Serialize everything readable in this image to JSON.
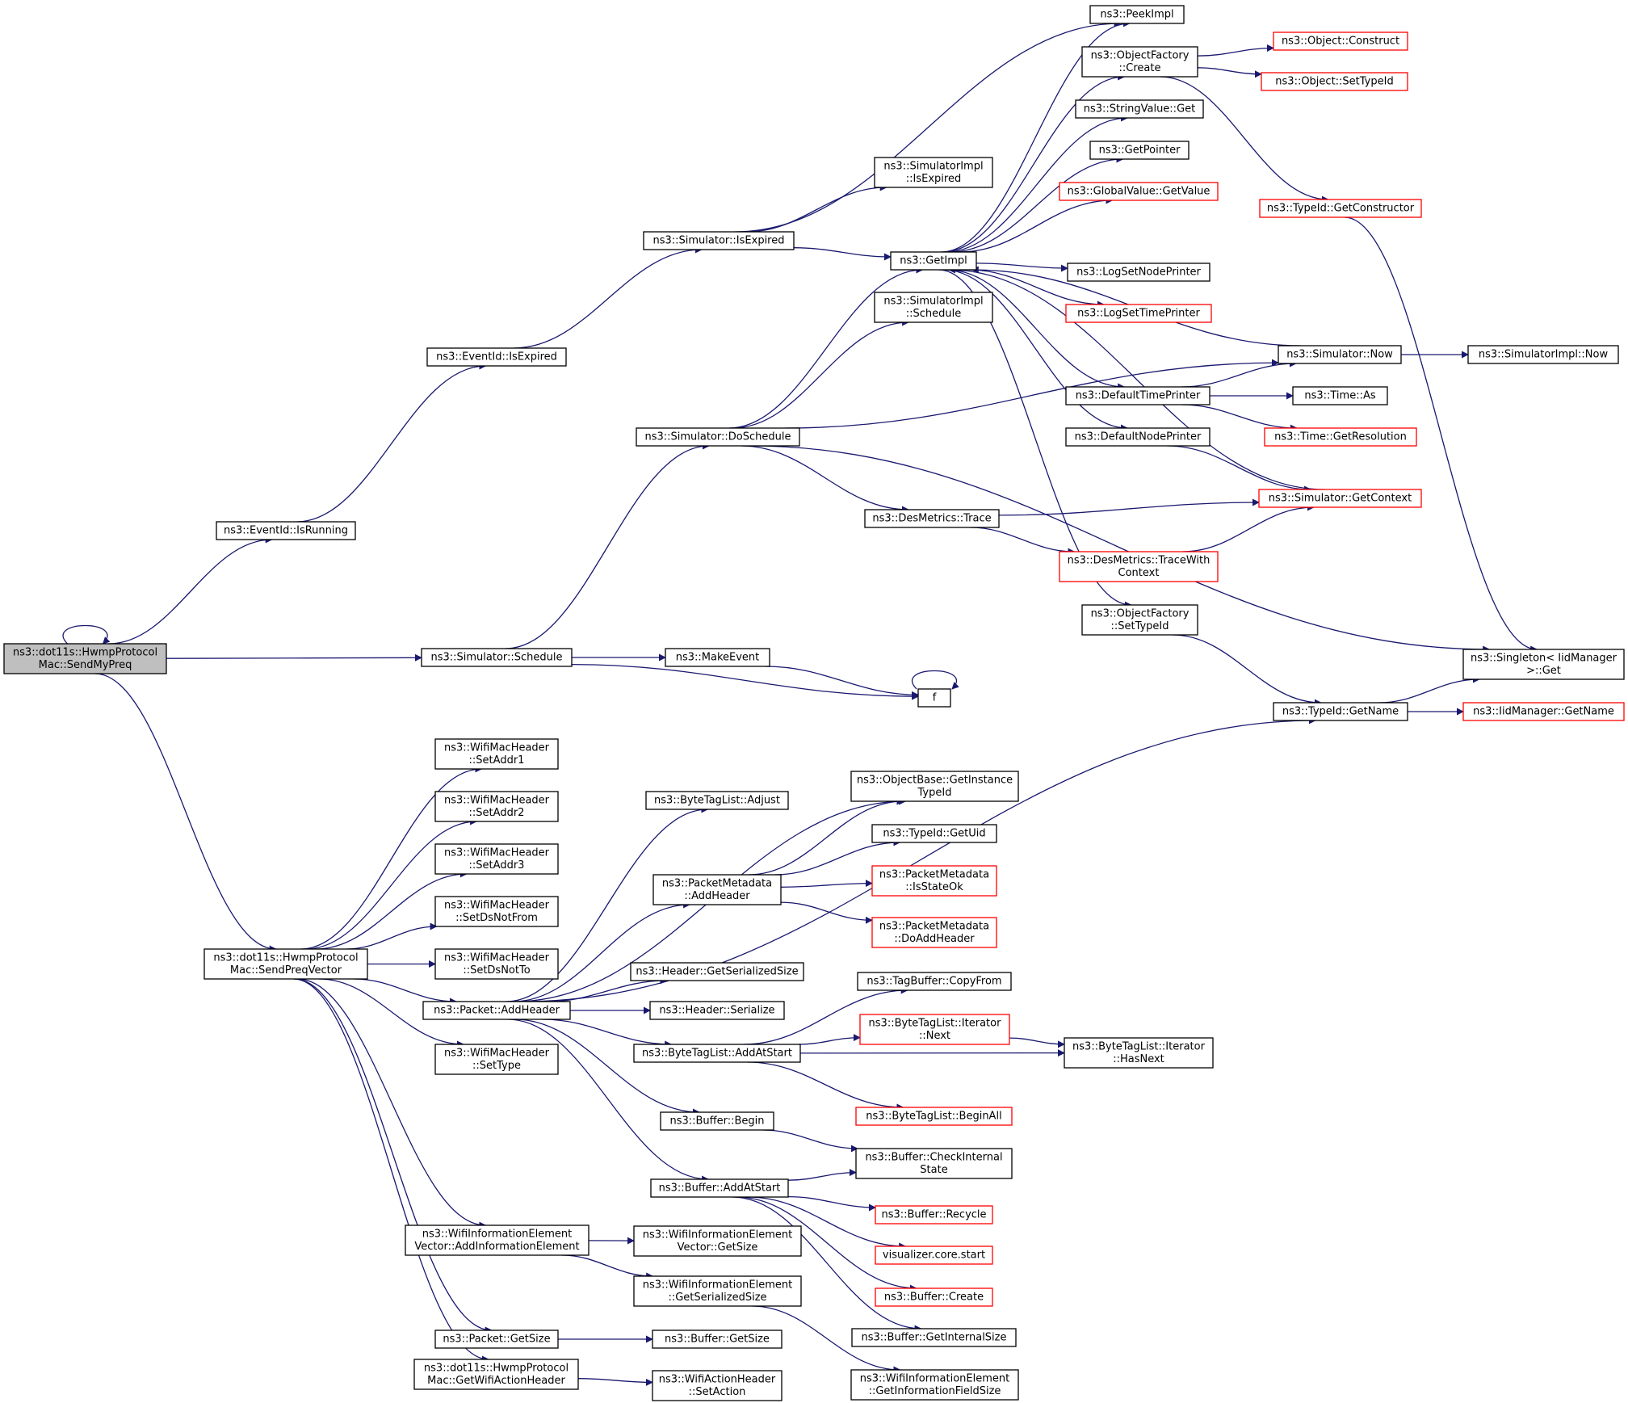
{
  "colors": {
    "edge": "#191970",
    "border": "#000000",
    "red_border": "#ff0000",
    "root_fill": "#bfbfbf",
    "fill": "#ffffff"
  },
  "nodes": [
    {
      "id": "root",
      "lines": [
        "ns3::dot11s::HwmpProtocol",
        "Mac::SendMyPreq"
      ],
      "style": "root"
    },
    {
      "id": "isRunning",
      "lines": [
        "ns3::EventId::IsRunning"
      ]
    },
    {
      "id": "evIsExpired",
      "lines": [
        "ns3::EventId::IsExpired"
      ]
    },
    {
      "id": "simIsExpired",
      "lines": [
        "ns3::Simulator::IsExpired"
      ]
    },
    {
      "id": "implIsExpired",
      "lines": [
        "ns3::SimulatorImpl",
        "::IsExpired"
      ]
    },
    {
      "id": "peekImpl",
      "lines": [
        "ns3::PeekImpl"
      ]
    },
    {
      "id": "getImpl",
      "lines": [
        "ns3::GetImpl"
      ]
    },
    {
      "id": "ofCreate",
      "lines": [
        "ns3::ObjectFactory",
        "::Create"
      ]
    },
    {
      "id": "objConstruct",
      "lines": [
        "ns3::Object::Construct"
      ],
      "style": "red"
    },
    {
      "id": "objSetTypeId",
      "lines": [
        "ns3::Object::SetTypeId"
      ],
      "style": "red"
    },
    {
      "id": "stringGet",
      "lines": [
        "ns3::StringValue::Get"
      ]
    },
    {
      "id": "getPointer",
      "lines": [
        "ns3::GetPointer"
      ]
    },
    {
      "id": "gvGetValue",
      "lines": [
        "ns3::GlobalValue::GetValue"
      ],
      "style": "red"
    },
    {
      "id": "getConstructor",
      "lines": [
        "ns3::TypeId::GetConstructor"
      ],
      "style": "red"
    },
    {
      "id": "logNode",
      "lines": [
        "ns3::LogSetNodePrinter"
      ]
    },
    {
      "id": "logTime",
      "lines": [
        "ns3::LogSetTimePrinter"
      ],
      "style": "red"
    },
    {
      "id": "implSchedule",
      "lines": [
        "ns3::SimulatorImpl",
        "::Schedule"
      ]
    },
    {
      "id": "simNow",
      "lines": [
        "ns3::Simulator::Now"
      ]
    },
    {
      "id": "implNow",
      "lines": [
        "ns3::SimulatorImpl::Now"
      ]
    },
    {
      "id": "defTime",
      "lines": [
        "ns3::DefaultTimePrinter"
      ]
    },
    {
      "id": "timeAs",
      "lines": [
        "ns3::Time::As"
      ]
    },
    {
      "id": "timeRes",
      "lines": [
        "ns3::Time::GetResolution"
      ],
      "style": "red"
    },
    {
      "id": "defNode",
      "lines": [
        "ns3::DefaultNodePrinter"
      ]
    },
    {
      "id": "doSchedule",
      "lines": [
        "ns3::Simulator::DoSchedule"
      ]
    },
    {
      "id": "getContext",
      "lines": [
        "ns3::Simulator::GetContext"
      ],
      "style": "red"
    },
    {
      "id": "desTrace",
      "lines": [
        "ns3::DesMetrics::Trace"
      ]
    },
    {
      "id": "desTraceCtx",
      "lines": [
        "ns3::DesMetrics::TraceWith",
        "Context"
      ],
      "style": "red"
    },
    {
      "id": "ofSetTypeId",
      "lines": [
        "ns3::ObjectFactory",
        "::SetTypeId"
      ]
    },
    {
      "id": "singletonGet",
      "lines": [
        "ns3::Singleton< IidManager",
        "  >::Get"
      ]
    },
    {
      "id": "simSchedule",
      "lines": [
        "ns3::Simulator::Schedule"
      ]
    },
    {
      "id": "makeEvent",
      "lines": [
        "ns3::MakeEvent"
      ]
    },
    {
      "id": "f",
      "lines": [
        "f"
      ]
    },
    {
      "id": "getName",
      "lines": [
        "ns3::TypeId::GetName"
      ]
    },
    {
      "id": "iidGetName",
      "lines": [
        "ns3::IidManager::GetName"
      ],
      "style": "red"
    },
    {
      "id": "setAddr1",
      "lines": [
        "ns3::WifiMacHeader",
        "::SetAddr1"
      ]
    },
    {
      "id": "setAddr2",
      "lines": [
        "ns3::WifiMacHeader",
        "::SetAddr2"
      ]
    },
    {
      "id": "setAddr3",
      "lines": [
        "ns3::WifiMacHeader",
        "::SetAddr3"
      ]
    },
    {
      "id": "setDsNotFrom",
      "lines": [
        "ns3::WifiMacHeader",
        "::SetDsNotFrom"
      ]
    },
    {
      "id": "setDsNotTo",
      "lines": [
        "ns3::WifiMacHeader",
        "::SetDsNotTo"
      ]
    },
    {
      "id": "setType",
      "lines": [
        "ns3::WifiMacHeader",
        "::SetType"
      ]
    },
    {
      "id": "sendPreqVector",
      "lines": [
        "ns3::dot11s::HwmpProtocol",
        "Mac::SendPreqVector"
      ]
    },
    {
      "id": "tagAdjust",
      "lines": [
        "ns3::ByteTagList::Adjust"
      ]
    },
    {
      "id": "getInstTypeId",
      "lines": [
        "ns3::ObjectBase::GetInstance",
        "TypeId"
      ]
    },
    {
      "id": "getUid",
      "lines": [
        "ns3::TypeId::GetUid"
      ]
    },
    {
      "id": "pmAddHeader",
      "lines": [
        "ns3::PacketMetadata",
        "::AddHeader"
      ]
    },
    {
      "id": "pmIsStateOk",
      "lines": [
        "ns3::PacketMetadata",
        "::IsStateOk"
      ],
      "style": "red"
    },
    {
      "id": "pmDoAddHeader",
      "lines": [
        "ns3::PacketMetadata",
        "::DoAddHeader"
      ],
      "style": "red"
    },
    {
      "id": "hdrSerSize",
      "lines": [
        "ns3::Header::GetSerializedSize"
      ]
    },
    {
      "id": "pktAddHeader",
      "lines": [
        "ns3::Packet::AddHeader"
      ]
    },
    {
      "id": "hdrSerialize",
      "lines": [
        "ns3::Header::Serialize"
      ]
    },
    {
      "id": "tbCopyFrom",
      "lines": [
        "ns3::TagBuffer::CopyFrom"
      ]
    },
    {
      "id": "itNext",
      "lines": [
        "ns3::ByteTagList::Iterator",
        "::Next"
      ],
      "style": "red"
    },
    {
      "id": "tagAddAtStart",
      "lines": [
        "ns3::ByteTagList::AddAtStart"
      ]
    },
    {
      "id": "itHasNext",
      "lines": [
        "ns3::ByteTagList::Iterator",
        "::HasNext"
      ]
    },
    {
      "id": "tagBeginAll",
      "lines": [
        "ns3::ByteTagList::BeginAll"
      ],
      "style": "red"
    },
    {
      "id": "bufBegin",
      "lines": [
        "ns3::Buffer::Begin"
      ]
    },
    {
      "id": "bufCheck",
      "lines": [
        "ns3::Buffer::CheckInternal",
        "State"
      ]
    },
    {
      "id": "bufAddAtStart",
      "lines": [
        "ns3::Buffer::AddAtStart"
      ]
    },
    {
      "id": "bufRecycle",
      "lines": [
        "ns3::Buffer::Recycle"
      ],
      "style": "red"
    },
    {
      "id": "visStart",
      "lines": [
        "visualizer.core.start"
      ],
      "style": "red"
    },
    {
      "id": "bufCreate",
      "lines": [
        "ns3::Buffer::Create"
      ],
      "style": "red"
    },
    {
      "id": "bufIntSize",
      "lines": [
        "ns3::Buffer::GetInternalSize"
      ]
    },
    {
      "id": "wievAddIE",
      "lines": [
        "ns3::WifiInformationElement",
        "Vector::AddInformationElement"
      ]
    },
    {
      "id": "wievGetSize",
      "lines": [
        "ns3::WifiInformationElement",
        "Vector::GetSize"
      ]
    },
    {
      "id": "wieSerSize",
      "lines": [
        "ns3::WifiInformationElement",
        "::GetSerializedSize"
      ]
    },
    {
      "id": "wieInfoSize",
      "lines": [
        "ns3::WifiInformationElement",
        "::GetInformationFieldSize"
      ]
    },
    {
      "id": "pktGetSize",
      "lines": [
        "ns3::Packet::GetSize"
      ]
    },
    {
      "id": "bufGetSize",
      "lines": [
        "ns3::Buffer::GetSize"
      ]
    },
    {
      "id": "getWifiActHdr",
      "lines": [
        "ns3::dot11s::HwmpProtocol",
        "Mac::GetWifiActionHeader"
      ]
    },
    {
      "id": "setAction",
      "lines": [
        "ns3::WifiActionHeader",
        "::SetAction"
      ]
    }
  ],
  "edges": [
    [
      "root",
      "root"
    ],
    [
      "root",
      "isRunning"
    ],
    [
      "root",
      "simSchedule"
    ],
    [
      "root",
      "sendPreqVector"
    ],
    [
      "isRunning",
      "evIsExpired"
    ],
    [
      "evIsExpired",
      "simIsExpired"
    ],
    [
      "simIsExpired",
      "implIsExpired"
    ],
    [
      "simIsExpired",
      "peekImpl"
    ],
    [
      "simIsExpired",
      "getImpl"
    ],
    [
      "getImpl",
      "peekImpl"
    ],
    [
      "getImpl",
      "ofCreate"
    ],
    [
      "getImpl",
      "stringGet"
    ],
    [
      "getImpl",
      "getPointer"
    ],
    [
      "getImpl",
      "gvGetValue"
    ],
    [
      "getImpl",
      "logNode"
    ],
    [
      "getImpl",
      "logTime"
    ],
    [
      "getImpl",
      "defTime"
    ],
    [
      "getImpl",
      "defNode"
    ],
    [
      "getImpl",
      "ofSetTypeId"
    ],
    [
      "ofCreate",
      "objConstruct"
    ],
    [
      "ofCreate",
      "objSetTypeId"
    ],
    [
      "ofCreate",
      "getConstructor"
    ],
    [
      "getConstructor",
      "singletonGet"
    ],
    [
      "simNow",
      "getImpl"
    ],
    [
      "simNow",
      "implNow"
    ],
    [
      "defTime",
      "simNow"
    ],
    [
      "defTime",
      "timeAs"
    ],
    [
      "defTime",
      "timeRes"
    ],
    [
      "defNode",
      "getContext"
    ],
    [
      "getContext",
      "getImpl"
    ],
    [
      "simSchedule",
      "doSchedule"
    ],
    [
      "simSchedule",
      "makeEvent"
    ],
    [
      "simSchedule",
      "f"
    ],
    [
      "doSchedule",
      "getImpl"
    ],
    [
      "doSchedule",
      "implSchedule"
    ],
    [
      "doSchedule",
      "simNow"
    ],
    [
      "doSchedule",
      "desTrace"
    ],
    [
      "doSchedule",
      "singletonGet"
    ],
    [
      "desTrace",
      "getContext"
    ],
    [
      "desTrace",
      "desTraceCtx"
    ],
    [
      "desTraceCtx",
      "getContext"
    ],
    [
      "ofSetTypeId",
      "getName"
    ],
    [
      "makeEvent",
      "f"
    ],
    [
      "f",
      "f"
    ],
    [
      "getName",
      "singletonGet"
    ],
    [
      "getName",
      "iidGetName"
    ],
    [
      "sendPreqVector",
      "setAddr1"
    ],
    [
      "sendPreqVector",
      "setAddr2"
    ],
    [
      "sendPreqVector",
      "setAddr3"
    ],
    [
      "sendPreqVector",
      "setDsNotFrom"
    ],
    [
      "sendPreqVector",
      "setDsNotTo"
    ],
    [
      "sendPreqVector",
      "setType"
    ],
    [
      "sendPreqVector",
      "pktAddHeader"
    ],
    [
      "sendPreqVector",
      "wievAddIE"
    ],
    [
      "sendPreqVector",
      "pktGetSize"
    ],
    [
      "sendPreqVector",
      "getWifiActHdr"
    ],
    [
      "pktAddHeader",
      "getName"
    ],
    [
      "pktAddHeader",
      "tagAdjust"
    ],
    [
      "pktAddHeader",
      "getInstTypeId"
    ],
    [
      "pktAddHeader",
      "pmAddHeader"
    ],
    [
      "pktAddHeader",
      "hdrSerSize"
    ],
    [
      "pktAddHeader",
      "hdrSerialize"
    ],
    [
      "pktAddHeader",
      "tagAddAtStart"
    ],
    [
      "pktAddHeader",
      "bufBegin"
    ],
    [
      "pktAddHeader",
      "bufAddAtStart"
    ],
    [
      "pmAddHeader",
      "getInstTypeId"
    ],
    [
      "pmAddHeader",
      "getUid"
    ],
    [
      "pmAddHeader",
      "pmIsStateOk"
    ],
    [
      "pmAddHeader",
      "pmDoAddHeader"
    ],
    [
      "tagAddAtStart",
      "tbCopyFrom"
    ],
    [
      "tagAddAtStart",
      "itNext"
    ],
    [
      "tagAddAtStart",
      "itHasNext"
    ],
    [
      "tagAddAtStart",
      "tagBeginAll"
    ],
    [
      "itNext",
      "itHasNext"
    ],
    [
      "bufBegin",
      "bufCheck"
    ],
    [
      "bufAddAtStart",
      "bufCheck"
    ],
    [
      "bufAddAtStart",
      "bufRecycle"
    ],
    [
      "bufAddAtStart",
      "visStart"
    ],
    [
      "bufAddAtStart",
      "bufCreate"
    ],
    [
      "bufAddAtStart",
      "bufIntSize"
    ],
    [
      "wievAddIE",
      "wievGetSize"
    ],
    [
      "wievAddIE",
      "wieSerSize"
    ],
    [
      "wieSerSize",
      "wieInfoSize"
    ],
    [
      "pktGetSize",
      "bufGetSize"
    ],
    [
      "getWifiActHdr",
      "setAction"
    ]
  ]
}
